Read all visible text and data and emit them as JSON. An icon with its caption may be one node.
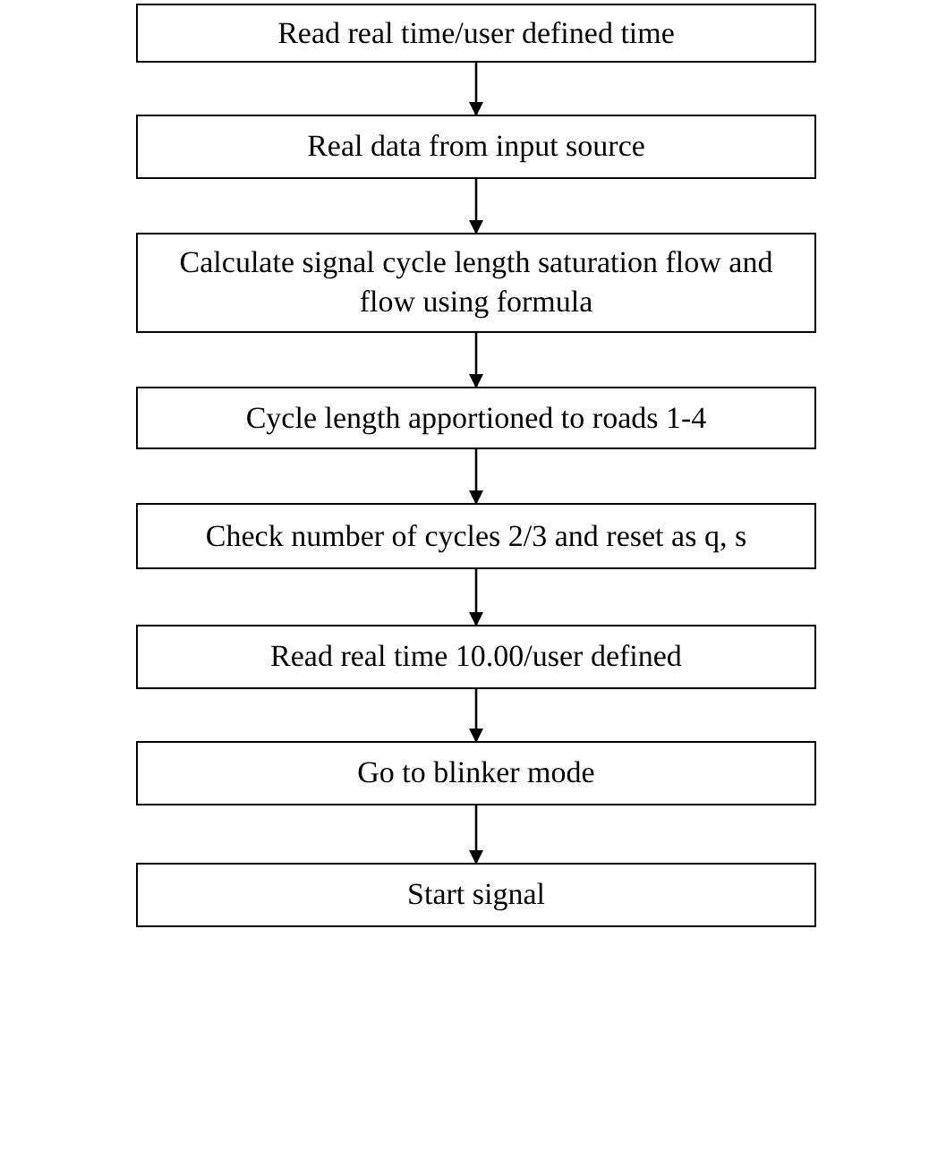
{
  "diagram": {
    "nodes": [
      {
        "text": [
          "Read real time/user defined time"
        ]
      },
      {
        "text": [
          "Real data from input source"
        ]
      },
      {
        "text": [
          "Calculate signal cycle length saturation flow and flow using formula"
        ]
      },
      {
        "text": [
          "Cycle length apportioned to roads 1-4"
        ]
      },
      {
        "text": [
          "Check number of cycles 2/3 and reset as q, s"
        ]
      },
      {
        "text": [
          "Read real time 10.00/user defined"
        ]
      },
      {
        "text": [
          "Go to blinker mode"
        ]
      },
      {
        "text": [
          "Start signal"
        ]
      }
    ],
    "edges": [
      {
        "from": 0,
        "to": 1,
        "arrow": "to"
      },
      {
        "from": 1,
        "to": 2,
        "arrow": "to"
      },
      {
        "from": 2,
        "to": 3,
        "arrow": "to"
      },
      {
        "from": 3,
        "to": 4,
        "arrow": "to"
      },
      {
        "from": 4,
        "to": 5,
        "arrow": "to"
      },
      {
        "from": 5,
        "to": 6,
        "arrow": "to"
      },
      {
        "from": 6,
        "to": 7,
        "arrow": "to"
      }
    ]
  }
}
